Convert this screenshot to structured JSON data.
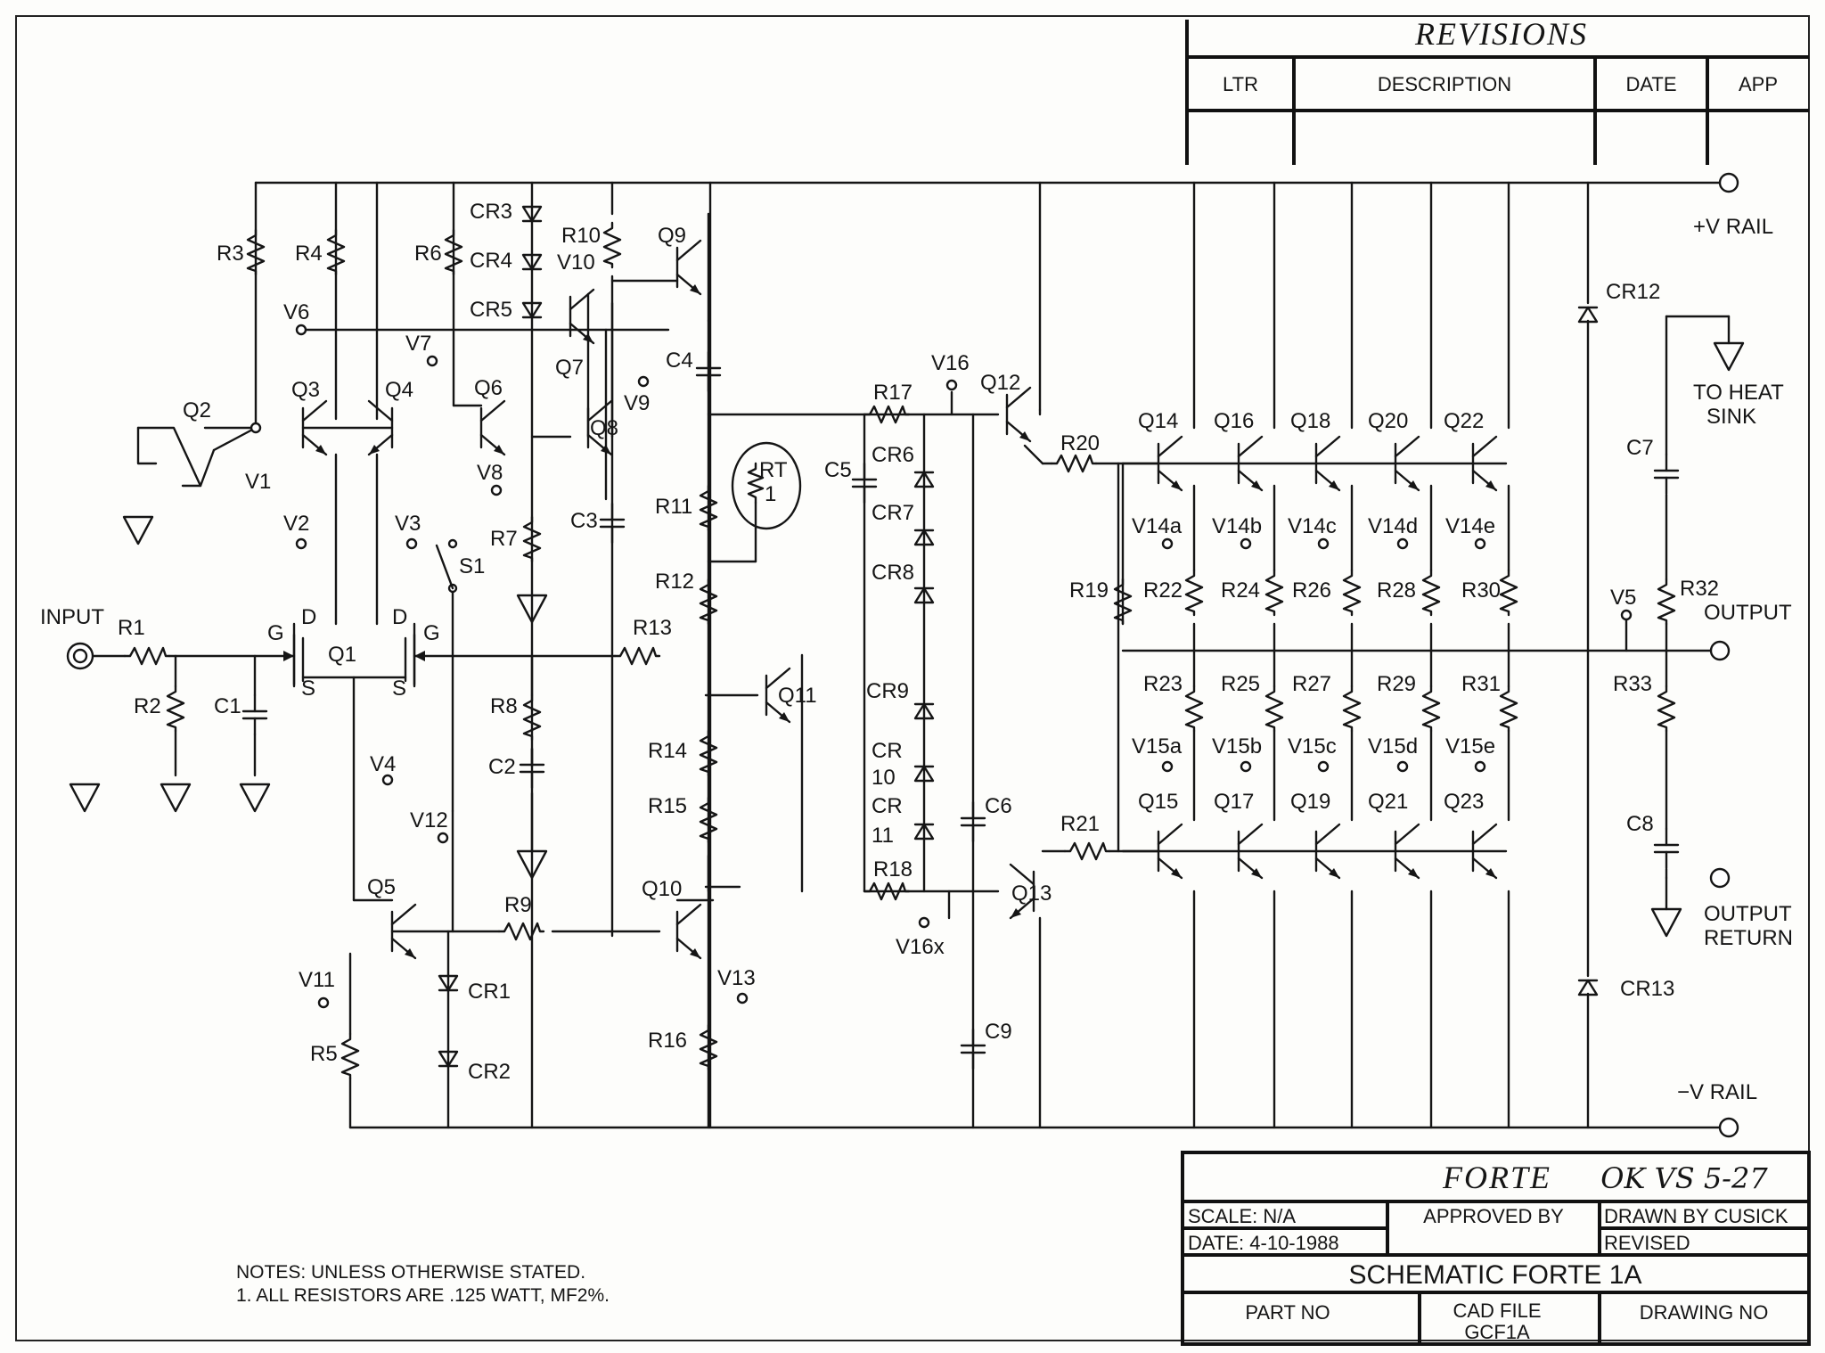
{
  "revisions": {
    "title": "REVISIONS",
    "columns": [
      "LTR",
      "DESCRIPTION",
      "DATE",
      "APP"
    ]
  },
  "labels": {
    "input": "INPUT",
    "v_rail_pos": "+V RAIL",
    "v_rail_neg": "−V RAIL",
    "output": "OUTPUT",
    "output_return": "OUTPUT",
    "output_return_2": "RETURN",
    "to_heat_sink": "TO HEAT",
    "to_heat_sink_2": "SINK",
    "switch": "S1",
    "pin_g1": "G",
    "pin_d1": "D",
    "pin_s1": "S",
    "pin_g2": "G",
    "pin_d2": "D",
    "pin_s2": "S"
  },
  "resistors": [
    "R1",
    "R2",
    "R3",
    "R4",
    "R5",
    "R6",
    "R7",
    "R8",
    "R9",
    "R10",
    "R11",
    "R12",
    "R13",
    "R14",
    "R15",
    "R16",
    "R17",
    "R18",
    "R19",
    "R20",
    "R21",
    "R22",
    "R23",
    "R24",
    "R25",
    "R26",
    "R27",
    "R28",
    "R29",
    "R30",
    "R31",
    "R32",
    "R33"
  ],
  "capacitors": [
    "C1",
    "C2",
    "C3",
    "C4",
    "C5",
    "C6",
    "C7",
    "C8",
    "C9"
  ],
  "diodes": [
    "CR1",
    "CR2",
    "CR3",
    "CR4",
    "CR5",
    "CR6",
    "CR7",
    "CR8",
    "CR9",
    "CR",
    "10",
    "CR",
    "11",
    "CR12",
    "CR13"
  ],
  "transistors": [
    "Q1",
    "Q2",
    "Q3",
    "Q4",
    "Q5",
    "Q6",
    "Q7",
    "Q8",
    "Q9",
    "Q10",
    "Q11",
    "Q12",
    "Q13",
    "Q14",
    "Q15",
    "Q16",
    "Q17",
    "Q18",
    "Q19",
    "Q20",
    "Q21",
    "Q22",
    "Q23"
  ],
  "thermistor": [
    "RT",
    "1"
  ],
  "test_points": [
    "V1",
    "V2",
    "V3",
    "V4",
    "V5",
    "V6",
    "V7",
    "V8",
    "V9",
    "V10",
    "V11",
    "V12",
    "V13",
    "V16",
    "V16x",
    "V14a",
    "V14b",
    "V14c",
    "V14d",
    "V14e",
    "V15a",
    "V15b",
    "V15c",
    "V15d",
    "V15e"
  ],
  "title_block": {
    "name": "FORTE",
    "handwritten": "OK VS 5-27",
    "scale": "SCALE:   N/A",
    "date": "DATE:  4-10-1988",
    "approved_by": "APPROVED BY",
    "drawn_by": "DRAWN  BY CUSICK",
    "revised": "REVISED",
    "title": "SCHEMATIC FORTE 1A",
    "part_no": "PART NO",
    "cad_file": "CAD FILE",
    "cad_file_value": "GCF1A",
    "drawing_no": "DRAWING NO"
  },
  "notes": {
    "line1": "NOTES:  UNLESS OTHERWISE STATED.",
    "line2": "1.  ALL RESISTORS ARE .125 WATT, MF2%."
  }
}
